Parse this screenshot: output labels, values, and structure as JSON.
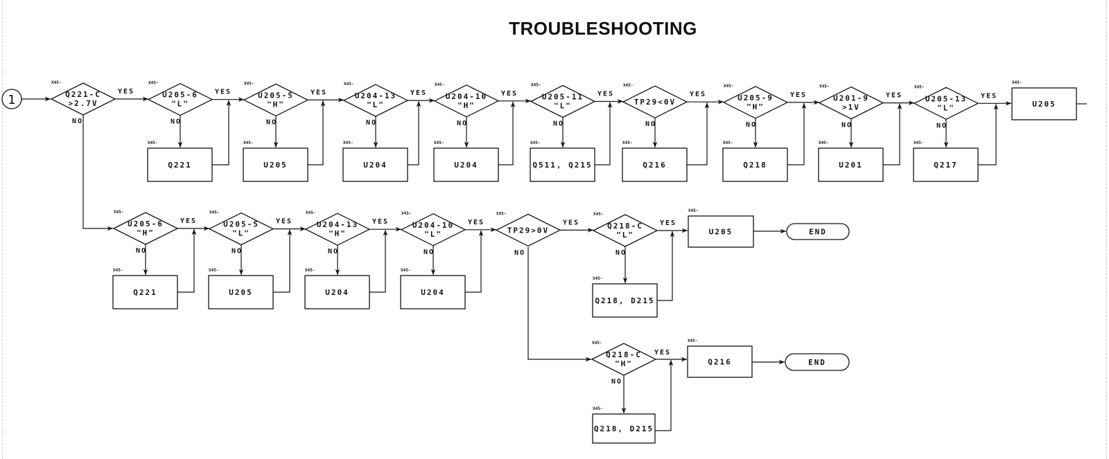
{
  "title": "TROUBLESHOOTING",
  "start_label": "1",
  "labels": {
    "yes": "YES",
    "no": "NO",
    "ref": "X45-"
  },
  "row1": [
    {
      "test": [
        "Q221-C",
        ">2.7V"
      ]
    },
    {
      "test": [
        "U205-6",
        "\"L\""
      ],
      "fix": "Q221"
    },
    {
      "test": [
        "U205-5",
        "\"H\""
      ],
      "fix": "U205"
    },
    {
      "test": [
        "U204-13",
        "\"L\""
      ],
      "fix": "U204"
    },
    {
      "test": [
        "U204-10",
        "\"H\""
      ],
      "fix": "U204"
    },
    {
      "test": [
        "U205-11",
        "\"L\""
      ],
      "fix": "Q511, Q215"
    },
    {
      "test": [
        "TP29<0V"
      ],
      "fix": "Q216"
    },
    {
      "test": [
        "U205-9",
        "\"H\""
      ],
      "fix": "Q218"
    },
    {
      "test": [
        "U201-9",
        ">1V"
      ],
      "fix": "U201"
    },
    {
      "test": [
        "U205-13",
        "\"L\""
      ],
      "fix": "Q217"
    }
  ],
  "row1_end": "U205",
  "row2": [
    {
      "test": [
        "U205-6",
        "\"H\""
      ],
      "fix": "Q221"
    },
    {
      "test": [
        "U205-5",
        "\"L\""
      ],
      "fix": "U205"
    },
    {
      "test": [
        "U204-13",
        "\"H\""
      ],
      "fix": "U204"
    },
    {
      "test": [
        "U204-10",
        "\"L\""
      ],
      "fix": "U204"
    },
    {
      "test": [
        "TP29>0V"
      ]
    },
    {
      "test": [
        "Q218-C",
        "\"L\""
      ],
      "fix": "Q218, D215"
    }
  ],
  "row2_result": "U205",
  "row3": {
    "test": [
      "Q218-C",
      "\"H\""
    ],
    "fix": "Q218, D215"
  },
  "row3_result": "Q216",
  "end_label": "END"
}
